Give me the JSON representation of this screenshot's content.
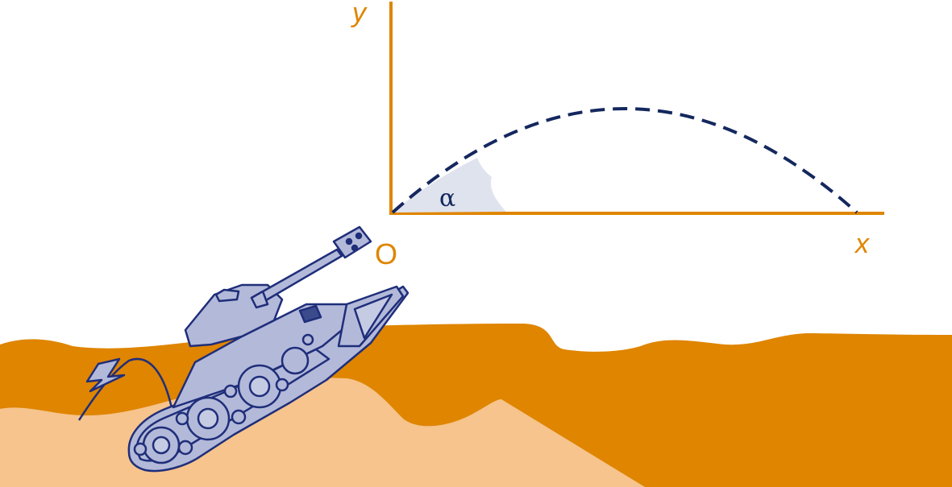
{
  "diagram": {
    "axis_y_label": "y",
    "axis_x_label": "x",
    "origin_label": "O",
    "angle_label": "α"
  },
  "colors": {
    "axis": "#df8500",
    "trajectory": "#14285e",
    "angle_fill": "#dfe3ee",
    "ground_dark": "#df8500",
    "ground_light": "#f6c48c",
    "tank_fill": "#b3b9d9",
    "tank_stroke": "#1f2e7a"
  }
}
